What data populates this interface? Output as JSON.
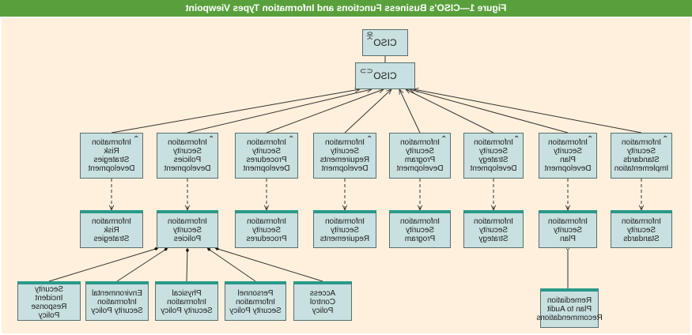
{
  "title": "Figure 1—CISO's Business Functions and Information Types Viewpoint",
  "colors": {
    "header": "#59a03c",
    "background": "#fef0dc",
    "box_fill": "#c9e0e0",
    "object_top": "#2a9a8a"
  },
  "actor": {
    "label": "CISO",
    "icon": "actor-stick-figure-icon"
  },
  "role": {
    "label": "CISO",
    "icon": "role-icon"
  },
  "functions": [
    {
      "label": "Information\nSecurity\nStandards\nImplementation"
    },
    {
      "label": "Information\nSecurity\nPlan\nDevelopment"
    },
    {
      "label": "Information\nSecurity\nStrategy\nDevelopment"
    },
    {
      "label": "Information\nSecurity\nProgram\nDevelopment"
    },
    {
      "label": "Information\nSecurity\nRequirements\nDevelopment"
    },
    {
      "label": "Information\nSecurity\nProcedures\nDevelopment"
    },
    {
      "label": "Information\nSecurity\nPolicies\nDevelopment"
    },
    {
      "label": "Information\nRisk\nStrategies\nDevelopment"
    }
  ],
  "objects": [
    {
      "label": "Information\nSecurity\nStandards"
    },
    {
      "label": "Information\nSecurity\nPlan"
    },
    {
      "label": "Information\nSecurity\nStrategy"
    },
    {
      "label": "Information\nSecurity\nProgram"
    },
    {
      "label": "Information\nSecurity\nRequirements"
    },
    {
      "label": "Information\nSecurity\nProcedures"
    },
    {
      "label": "Information\nSecurity\nPolicies"
    },
    {
      "label": "Information\nRisk\nStrategies"
    }
  ],
  "policies": [
    {
      "label": "Access\nControl\nPolicy"
    },
    {
      "label": "Personnel\nInformation\nSecurity Policy"
    },
    {
      "label": "Physical\nInformation\nSecurity Policy"
    },
    {
      "label": "Environmental\nInformation\nSecurity Policy"
    },
    {
      "label": "Security\nIncident\nResponse Policy"
    }
  ],
  "remediation": {
    "label": "Remediation\nPlan to Audit\nRecommendations"
  }
}
